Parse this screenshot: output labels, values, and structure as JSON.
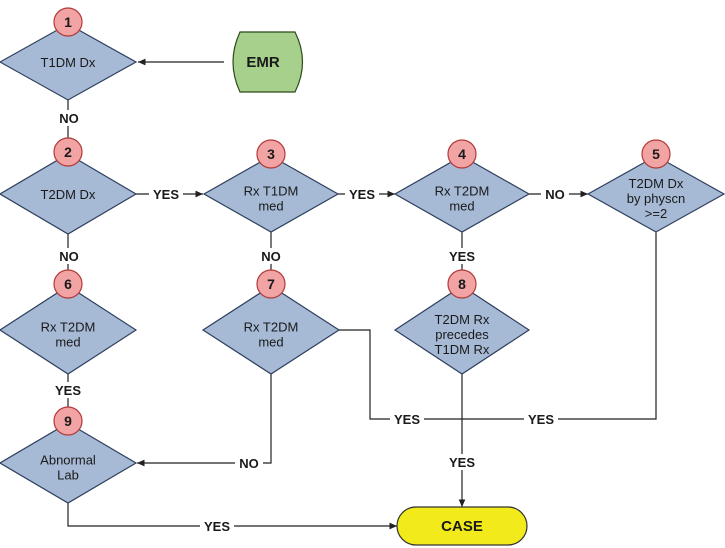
{
  "nodes": {
    "n1": {
      "num": "1",
      "lines": [
        "T1DM Dx"
      ]
    },
    "n2": {
      "num": "2",
      "lines": [
        "T2DM Dx"
      ]
    },
    "n3": {
      "num": "3",
      "lines": [
        "Rx T1DM",
        "med"
      ]
    },
    "n4": {
      "num": "4",
      "lines": [
        "Rx T2DM",
        "med"
      ]
    },
    "n5": {
      "num": "5",
      "lines": [
        "T2DM Dx",
        "by physcn",
        ">=2"
      ]
    },
    "n6": {
      "num": "6",
      "lines": [
        "Rx T2DM",
        "med"
      ]
    },
    "n7": {
      "num": "7",
      "lines": [
        "Rx T2DM",
        "med"
      ]
    },
    "n8": {
      "num": "8",
      "lines": [
        "T2DM Rx",
        "precedes",
        "T1DM Rx"
      ]
    },
    "n9": {
      "num": "9",
      "lines": [
        "Abnormal",
        "Lab"
      ]
    }
  },
  "emr": {
    "label": "EMR",
    "color": "#a7d08c"
  },
  "case": {
    "label": "CASE",
    "color": "#f2ea1a"
  },
  "edge_labels": {
    "n1_to_n2": "NO",
    "n2_to_n3": "YES",
    "n3_to_n4": "YES",
    "n4_to_n5": "NO",
    "n2_to_n6": "NO",
    "n3_to_n7": "NO",
    "n4_to_n8": "YES",
    "n6_to_n9": "YES",
    "n7_to_n9": "NO",
    "n7_to_case": "YES",
    "n5_to_case": "YES",
    "n8_to_case": "YES",
    "n9_to_case": "YES"
  }
}
